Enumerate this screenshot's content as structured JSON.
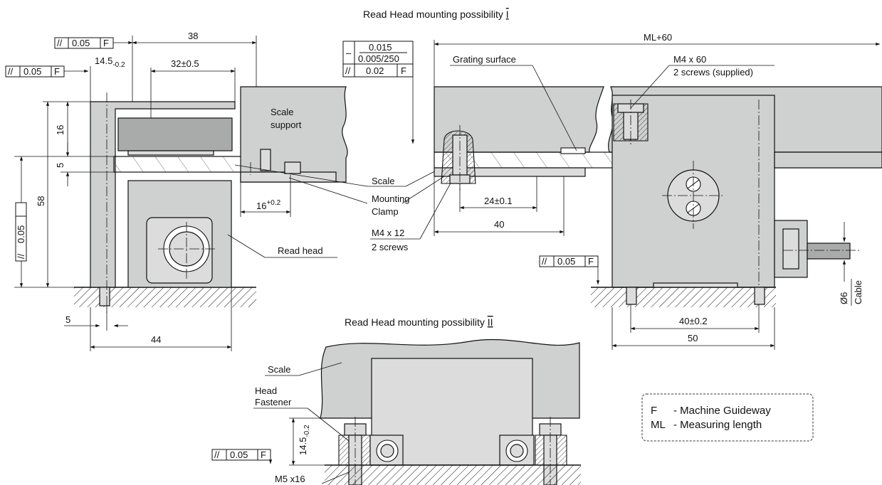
{
  "titles": {
    "possibility_1": "Read Head mounting possibility",
    "possibility_1_num": "I",
    "possibility_2": "Read Head mounting possibility",
    "possibility_2_num": "II"
  },
  "dimensions": {
    "d38": "38",
    "d14_5": "14.5",
    "d14_5_tol": "-0.2",
    "d32": "32±0.5",
    "d16": "16",
    "d5_vert": "5",
    "d58": "58",
    "d16_clamp": "16",
    "d16_clamp_tol": "+0.2",
    "d5_horiz": "5",
    "d44": "44",
    "ml60": "ML+60",
    "d24": "24±0.1",
    "d40": "40",
    "d40_02": "40±0.2",
    "d50": "50",
    "d6": "Ø6",
    "cable": "Cable",
    "d14_5_ii": "14.5",
    "d14_5_ii_tol": "-0.2"
  },
  "tolerances": {
    "par": "//",
    "flat": "–",
    "v005": "0.05",
    "v0015": "0.015",
    "v0005_250": "0.005/250",
    "v002": "0.02",
    "datum": "F"
  },
  "labels": {
    "scale_support_1": "Scale",
    "scale_support_2": "support",
    "grating_surface": "Grating surface",
    "m4x60": "M4 x 60",
    "screws_supplied": "2 screws (supplied)",
    "scale": "Scale",
    "mounting": "Mounting",
    "clamp": "Clamp",
    "m4x12": "M4 x 12",
    "screws_2": "2 screws",
    "read_head": "Read head",
    "scale_ii": "Scale",
    "head": "Head",
    "fastener": "Fastener",
    "m5x16": "M5 x16"
  },
  "legend": {
    "f_key": "F",
    "f_desc": "- Machine Guideway",
    "ml_key": "ML",
    "ml_desc": "- Measuring length"
  }
}
